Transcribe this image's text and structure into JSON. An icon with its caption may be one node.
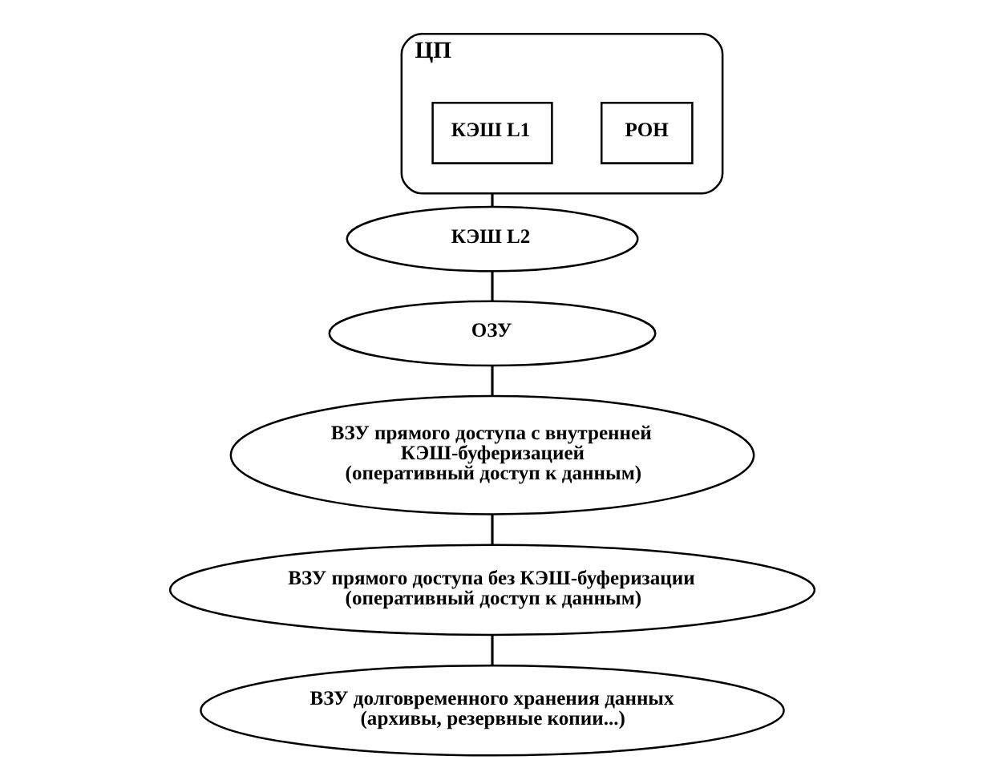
{
  "diagram": {
    "nodes": [
      {
        "text": [
          "ЦП"
        ]
      },
      {
        "text": [
          "РОН"
        ],
        "in": 0
      },
      {
        "text": [
          "КЭШ L1"
        ],
        "in": 0
      },
      {
        "text": [
          "КЭШ L2"
        ]
      },
      {
        "text": [
          "ОЗУ"
        ]
      },
      {
        "text": [
          "ВЗУ прямого доступа с внутренней КЭШ-буферизацией",
          "(оперативный доступ к данным)"
        ]
      },
      {
        "text": [
          "ВЗУ прямого доступа без КЭШ-буферизации",
          "(оперативный доступ к данным)"
        ]
      },
      {
        "text": [
          "ВЗУ долговременного хранения данных",
          "(архивы, резервные копии...)"
        ]
      }
    ],
    "edges": [
      {
        "from": 0,
        "to": 3,
        "arrow": "none"
      },
      {
        "from": 3,
        "to": 4,
        "arrow": "none"
      },
      {
        "from": 4,
        "to": 5,
        "arrow": "none"
      },
      {
        "from": 5,
        "to": 6,
        "arrow": "none"
      },
      {
        "from": 6,
        "to": 7,
        "arrow": "none"
      }
    ]
  }
}
